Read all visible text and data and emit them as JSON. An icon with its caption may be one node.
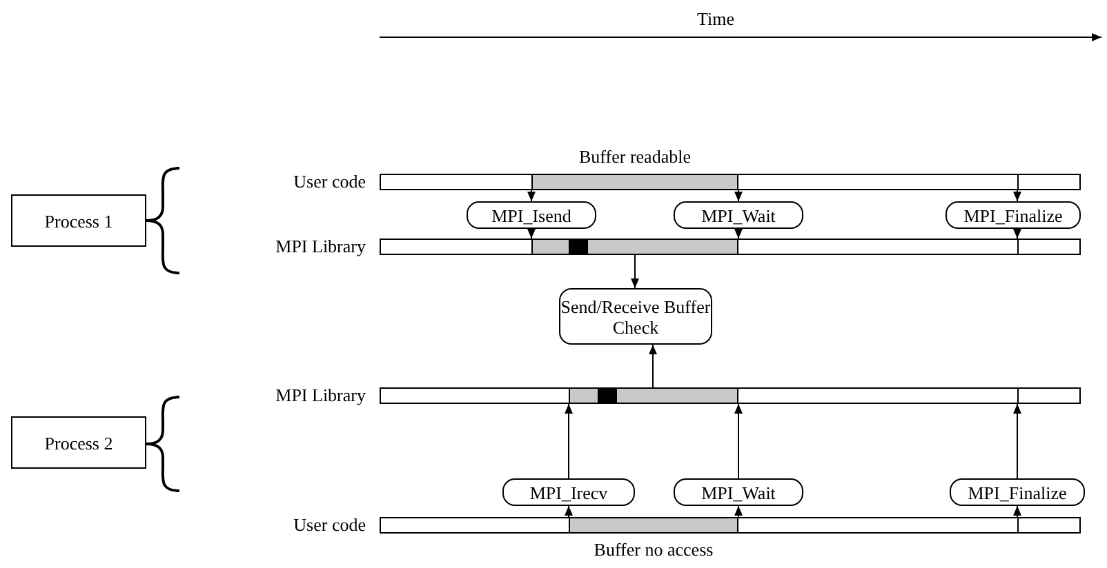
{
  "diagram": {
    "nodes": [
      {
        "text": [
          "Process 1"
        ]
      },
      {
        "text": [
          "Process 2"
        ]
      },
      {
        "text": [
          "User code"
        ]
      },
      {
        "text": [
          "Buffer readable"
        ],
        "in": 2
      },
      {
        "text": [
          "MPI_Isend"
        ]
      },
      {
        "text": [
          "MPI_Wait"
        ]
      },
      {
        "text": [
          "MPI_Finalize"
        ]
      },
      {
        "text": [
          "MPI Library"
        ]
      },
      {
        "text": [],
        "shape": "bar",
        "in": 7
      },
      {
        "text": [],
        "shape": "box",
        "in": 8
      },
      {
        "text": [
          "Send/Receive Buffer Check"
        ]
      },
      {
        "text": [
          "MPI Library"
        ]
      },
      {
        "text": [],
        "shape": "bar",
        "in": 11
      },
      {
        "text": [],
        "shape": "box",
        "in": 12
      },
      {
        "text": [
          "MPI_Irecv"
        ]
      },
      {
        "text": [
          "MPI_Wait"
        ]
      },
      {
        "text": [
          "MPI_Finalize"
        ]
      },
      {
        "text": [
          "User code"
        ]
      },
      {
        "text": [
          "Buffer no access"
        ],
        "in": 17
      }
    ],
    "edges": [
      {
        "from": 2,
        "to": 4,
        "arrow": "to"
      },
      {
        "from": 2,
        "to": 5,
        "arrow": "to"
      },
      {
        "from": 2,
        "to": 6,
        "arrow": "to"
      },
      {
        "from": 4,
        "to": 7,
        "arrow": "to"
      },
      {
        "from": 5,
        "to": 7,
        "arrow": "to"
      },
      {
        "from": 6,
        "to": 7,
        "arrow": "to"
      },
      {
        "from": 8,
        "to": 10,
        "arrow": "to"
      },
      {
        "from": 12,
        "to": 10,
        "arrow": "to"
      },
      {
        "from": 14,
        "to": 11,
        "arrow": "to"
      },
      {
        "from": 15,
        "to": 11,
        "arrow": "to"
      },
      {
        "from": 16,
        "to": 11,
        "arrow": "to"
      },
      {
        "from": 17,
        "to": 14,
        "arrow": "to"
      },
      {
        "from": 17,
        "to": 15,
        "arrow": "to"
      },
      {
        "from": 17,
        "to": 16,
        "arrow": "to"
      }
    ],
    "labels": [
      "Time"
    ]
  }
}
